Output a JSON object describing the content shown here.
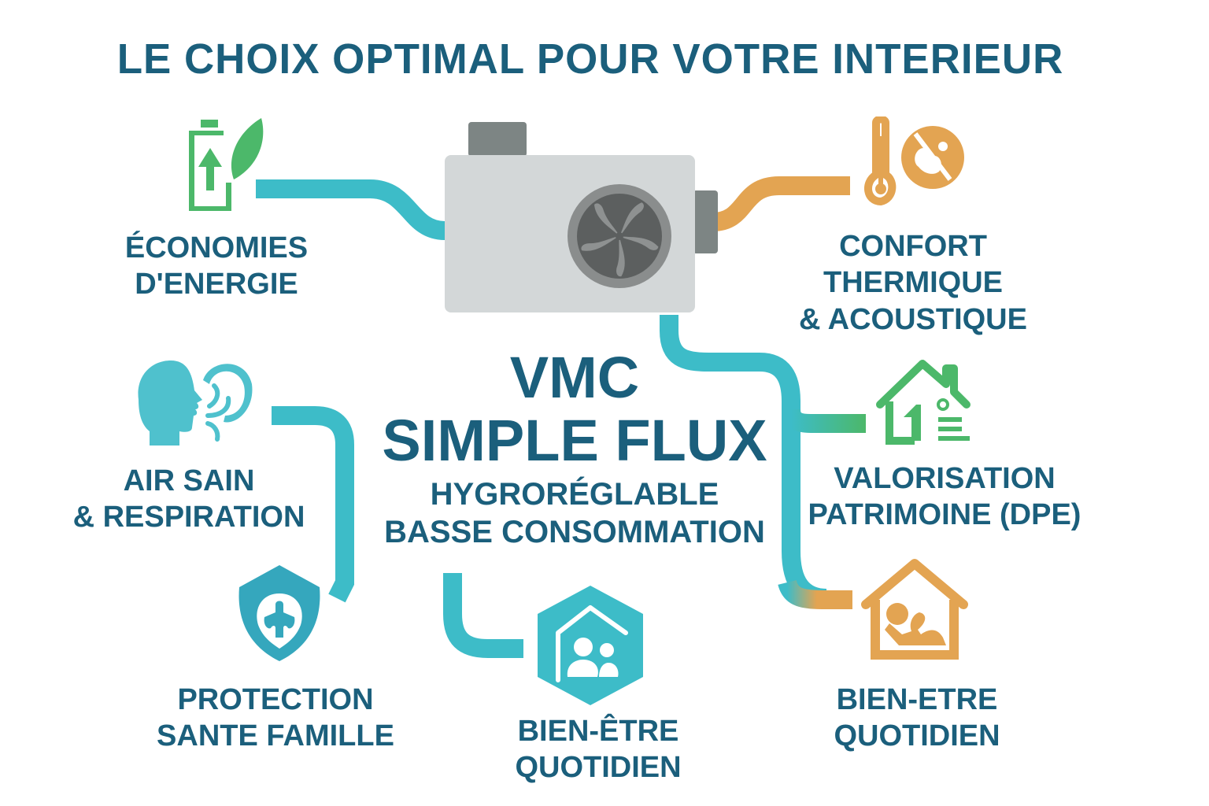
{
  "title": "LE CHOIX OPTIMAL POUR VOTRE INTERIEUR",
  "colors": {
    "text": "#1b5f7c",
    "teal": "#3dbcc8",
    "green": "#4cb86a",
    "orange": "#e3a452",
    "unit_body": "#d3d7d8",
    "unit_dark": "#7d8584",
    "fan_dark": "#5c5f5f",
    "fan_blade": "#8a8d8d"
  },
  "center": {
    "product_line1": "VMC",
    "product_line2": "SIMPLE FLUX",
    "feature1": "HYGRORÉGLABLE",
    "feature2": "BASSE CONSOMMATION",
    "device_icon": "ventilation-unit-fan-icon"
  },
  "benefits": [
    {
      "id": "energy",
      "line1": "ÉCONOMIES",
      "line2": "D'ENERGIE",
      "icon": "battery-leaf-icon",
      "color": "#4cb86a"
    },
    {
      "id": "comfort",
      "line1": "CONFORT",
      "line2": "THERMIQUE",
      "line3": "& ACOUSTIQUE",
      "icon": "thermometer-noise-icon",
      "color": "#e3a452"
    },
    {
      "id": "air",
      "line1": "AIR SAIN",
      "line2": "& RESPIRATION",
      "icon": "head-breathing-icon",
      "color": "#3dbcc8"
    },
    {
      "id": "value",
      "line1": "VALORISATION",
      "line2": "PATRIMOINE (DPE)",
      "icon": "house-energy-rating-icon",
      "color": "#4cb86a"
    },
    {
      "id": "protection",
      "line1": "PROTECTION",
      "line2": "SANTE FAMILLE",
      "icon": "shield-family-icon",
      "color": "#35a7bd"
    },
    {
      "id": "wellbeing_center",
      "line1": "BIEN-ÊTRE",
      "line2": "QUOTIDIEN",
      "icon": "hexagon-house-family-icon",
      "color": "#3dbcc8"
    },
    {
      "id": "wellbeing_right",
      "line1": "BIEN-ETRE",
      "line2": "QUOTIDIEN",
      "icon": "house-relaxing-person-icon",
      "color": "#e3a452"
    }
  ]
}
